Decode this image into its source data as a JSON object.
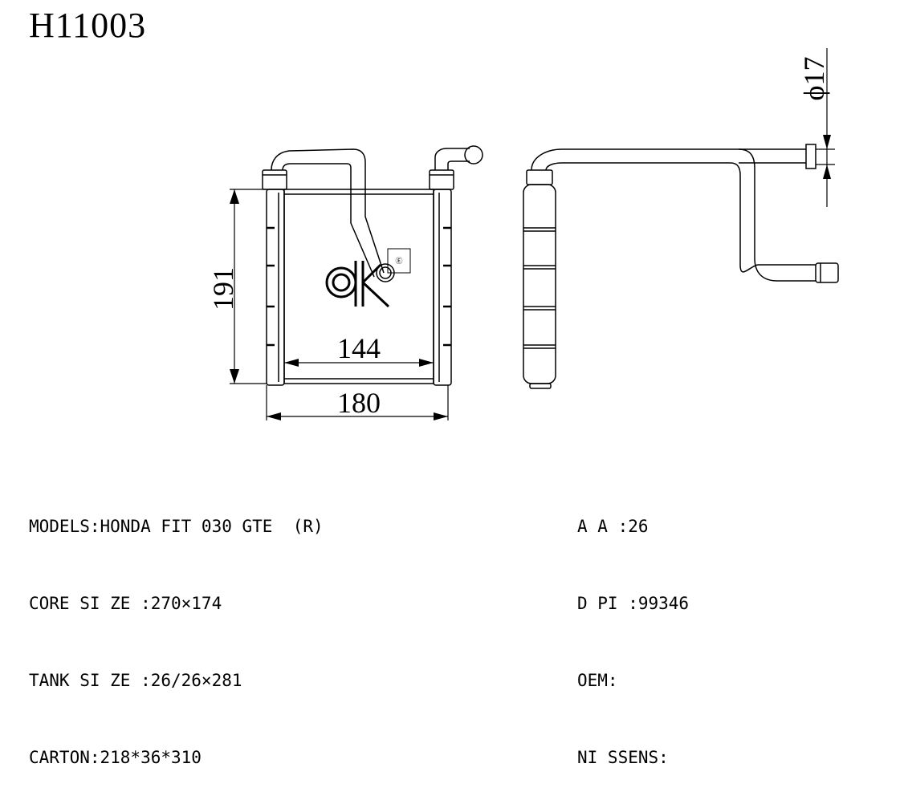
{
  "title": "H11003",
  "dimensions": {
    "height": "191",
    "core_width": "144",
    "overall_width": "180",
    "pipe_diameter": "ϕ17"
  },
  "logo": {
    "mark": "ok",
    "registered": "Ⓔ"
  },
  "specs_left": {
    "models": "MODELS:HONDA FIT 030 GTE  (R)",
    "core_size": "CORE SI ZE :270×174",
    "tank_size": "TANK SI ZE :26/26×281",
    "carton": "CARTON:218*36*310"
  },
  "specs_right": {
    "aa": "A A :26",
    "dpi": "D PI :99346",
    "oem": "OEM:",
    "nissens": "NI SSENS:"
  }
}
